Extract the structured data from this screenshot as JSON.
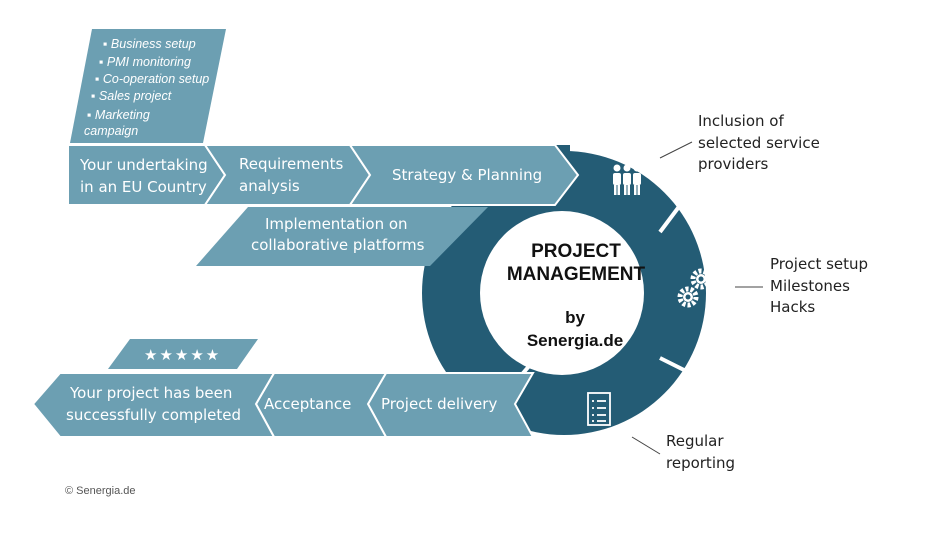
{
  "colors": {
    "chevron_fill": "#6c9fb2",
    "circle_fill": "#245c75",
    "list_fill": "#6c9fb2",
    "hub_fill": "#ffffff",
    "text_dark": "#222222"
  },
  "top_list": {
    "items": [
      "Business setup",
      "PMI monitoring",
      "Co-operation setup",
      "Sales project",
      "Marketing",
      "campaign"
    ]
  },
  "steps": {
    "undertaking": [
      "Your undertaking",
      "in an EU Country"
    ],
    "requirements": [
      "Requirements",
      "analysis"
    ],
    "strategy": "Strategy & Planning",
    "implementation": [
      "Implementation on",
      "collaborative platforms"
    ],
    "delivery": "Project delivery",
    "acceptance": "Acceptance",
    "completed": [
      "Your project has been",
      "successfully completed"
    ]
  },
  "center": {
    "title_line1": "PROJECT",
    "title_line2": "MANAGEMENT",
    "by": "by",
    "brand": "Senergia.de"
  },
  "callouts": {
    "inclusion": [
      "Inclusion of",
      "selected service",
      "providers"
    ],
    "setup": [
      "Project setup",
      "Milestones",
      "Hacks"
    ],
    "reporting": [
      "Regular",
      "reporting"
    ]
  },
  "icons": {
    "people": "people-group-icon",
    "gears": "gears-icon",
    "checklist": "checklist-icon"
  },
  "rating": "★★★★★",
  "copyright": "© Senergia.de"
}
